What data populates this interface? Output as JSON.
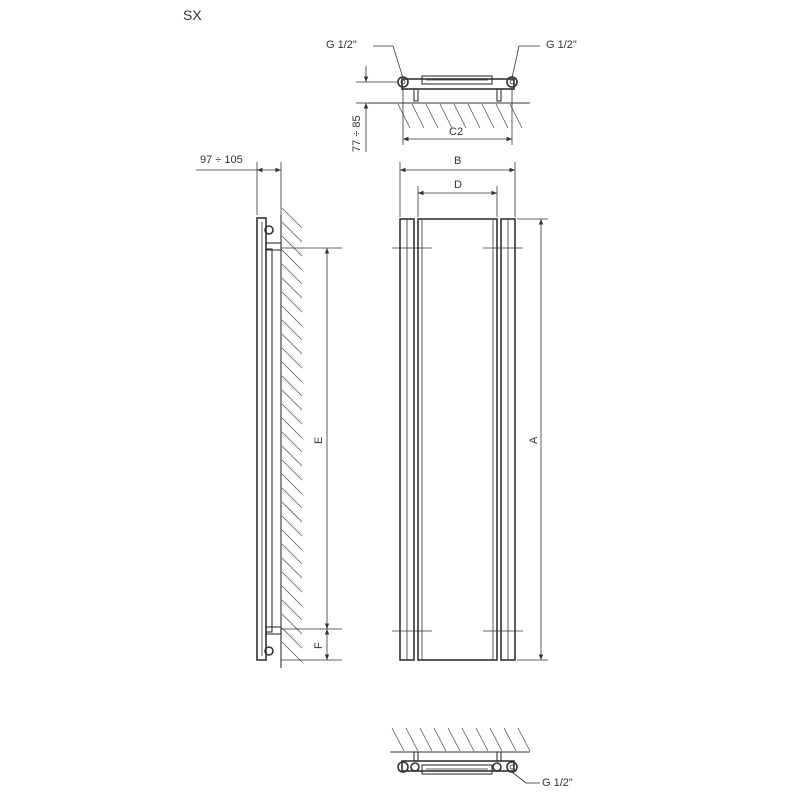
{
  "title": "SX",
  "labels": {
    "conn_top_left": "G 1/2\"",
    "conn_top_right": "G 1/2\"",
    "conn_bottom": "G 1/2\"",
    "dim_77_85": "77 ÷ 85",
    "dim_c2": "C2",
    "dim_97_105": "97 ÷ 105",
    "dim_b": "B",
    "dim_d": "D",
    "dim_a": "A",
    "dim_e": "E",
    "dim_f": "F"
  },
  "colors": {
    "line": "#333333",
    "background": "#ffffff"
  }
}
